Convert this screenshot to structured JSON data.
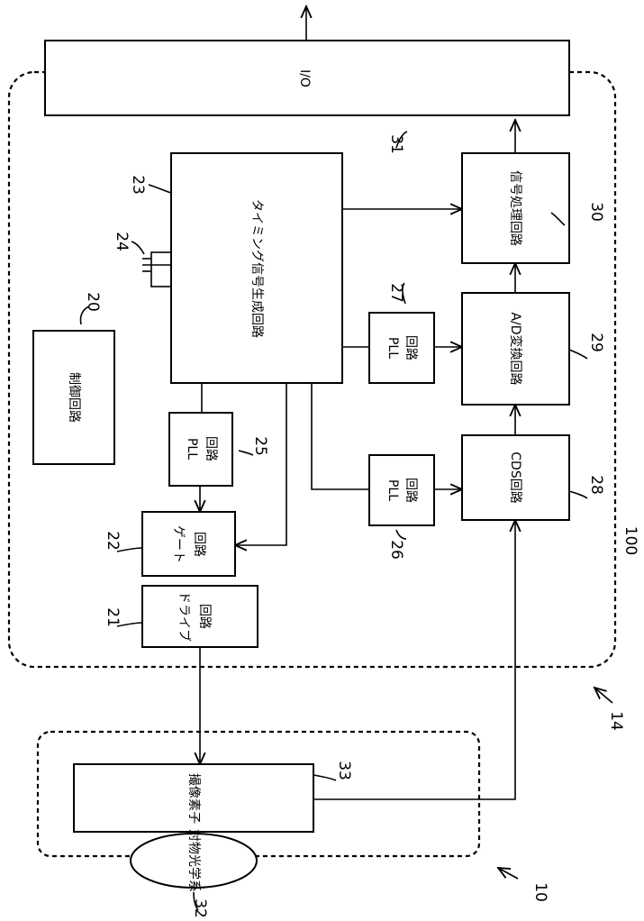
{
  "labels": {
    "io": "I/O",
    "timing": "タイミング信号生成回路",
    "control": "制御回路",
    "signal_proc": "信号処理回路",
    "ad": "A/D変換回路",
    "cds": "CDS回路",
    "pll": "PLL",
    "circuit": "回路",
    "gate": "ゲート",
    "drive": "ドライブ",
    "sensor_top": "撮像素子",
    "optics": "対物光学系"
  },
  "refs": {
    "r10": "10",
    "r14": "14",
    "r20": "20",
    "r21": "21",
    "r22": "22",
    "r23": "23",
    "r24": "24",
    "r25": "25",
    "r26": "26",
    "r27": "27",
    "r28": "28",
    "r29": "29",
    "r30": "30",
    "r31": "31",
    "r32": "32",
    "r33": "33",
    "r100": "100"
  }
}
